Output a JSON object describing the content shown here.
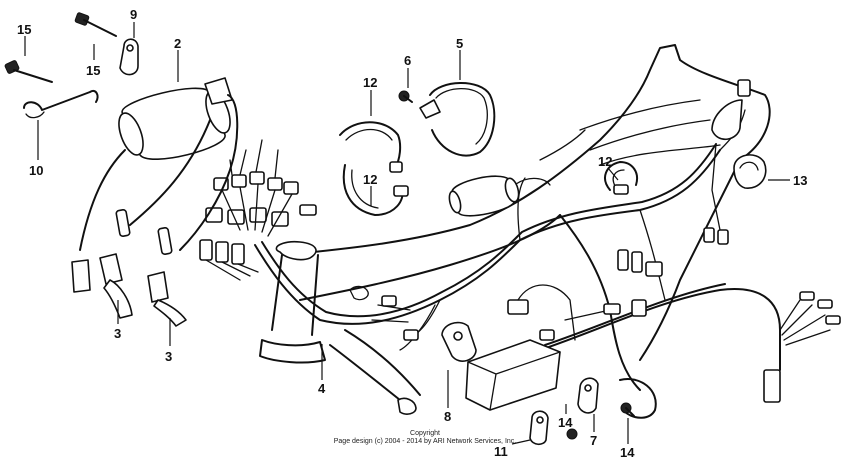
{
  "callouts": [
    {
      "id": "c15a",
      "label": "15"
    },
    {
      "id": "c15b",
      "label": "15"
    },
    {
      "id": "c9",
      "label": "9"
    },
    {
      "id": "c2",
      "label": "2"
    },
    {
      "id": "c10",
      "label": "10"
    },
    {
      "id": "c3a",
      "label": "3"
    },
    {
      "id": "c3b",
      "label": "3"
    },
    {
      "id": "c12a",
      "label": "12"
    },
    {
      "id": "c12b",
      "label": "12"
    },
    {
      "id": "c6",
      "label": "6"
    },
    {
      "id": "c5",
      "label": "5"
    },
    {
      "id": "c12c",
      "label": "12"
    },
    {
      "id": "c13",
      "label": "13"
    },
    {
      "id": "c4",
      "label": "4"
    },
    {
      "id": "c8",
      "label": "8"
    },
    {
      "id": "c11",
      "label": "11"
    },
    {
      "id": "c14a",
      "label": "14"
    },
    {
      "id": "c7",
      "label": "7"
    },
    {
      "id": "c14b",
      "label": "14"
    }
  ],
  "copyright": {
    "line1": "Copyright",
    "line2": "Page design (c) 2004 - 2014 by ARI Network Services, Inc."
  }
}
